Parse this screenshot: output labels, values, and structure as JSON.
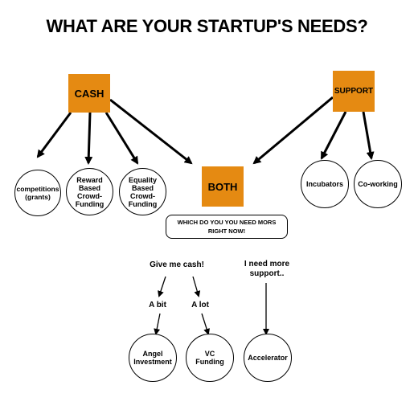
{
  "title": "WHAT ARE YOUR STARTUP'S NEEDS?",
  "nodes": {
    "cash": "CASH",
    "support": "SUPPORT",
    "both": "BOTH",
    "competitions": "competitions (grants)",
    "reward": "Reward Based Crowd-Funding",
    "equality": "Equality Based Crowd-Funding",
    "incubators": "Incubators",
    "coworking": "Co-working",
    "question": "WHICH DO YOU YOU NEED MORS RIGHT NOW!",
    "give_cash": "Give me cash!",
    "need_support": "I need more support..",
    "a_bit": "A bit",
    "a_lot": "A lot",
    "angel": "Angel Investment",
    "vc": "VC Funding",
    "accelerator": "Accelerator"
  },
  "colors": {
    "box_fill": "#E58A12",
    "line": "#000000"
  }
}
